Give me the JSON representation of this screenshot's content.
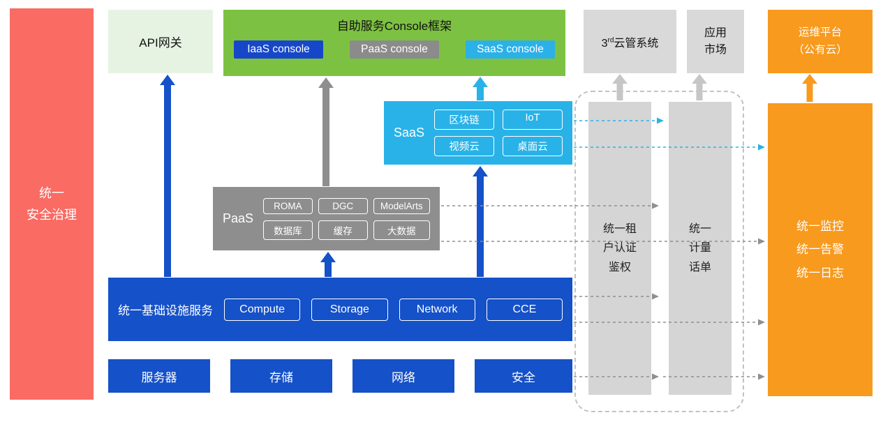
{
  "security_bar": {
    "label": "统一\n安全治理"
  },
  "api_gateway": {
    "label": "API网关"
  },
  "console": {
    "title": "自助服务Console框架",
    "iaas": "IaaS console",
    "paas": "PaaS console",
    "saas": "SaaS console"
  },
  "third_party": {
    "prefix": "3",
    "sup": "rd",
    "suffix": "云管系统"
  },
  "app_market": {
    "label": "应用\n市场"
  },
  "ops_platform": {
    "label": "运维平台\n（公有云）"
  },
  "saas": {
    "label": "SaaS",
    "items": [
      "区块链",
      "IoT",
      "视频云",
      "桌面云"
    ]
  },
  "paas": {
    "label": "PaaS",
    "items": [
      "ROMA",
      "DGC",
      "ModelArts",
      "数据库",
      "缓存",
      "大数据"
    ]
  },
  "infra": {
    "label": "统一基础设施服务",
    "items": [
      "Compute",
      "Storage",
      "Network",
      "CCE"
    ]
  },
  "hardware": {
    "items": [
      "服务器",
      "存储",
      "网络",
      "安全"
    ]
  },
  "auth_pillar": {
    "label": "统一租\n户认证\n鉴权"
  },
  "metering_pillar": {
    "label": "统一\n计量\n话单"
  },
  "monitoring": {
    "label": "统一监控\n统一告警\n统一日志"
  },
  "colors": {
    "blue": "#1551c8",
    "gray": "#8e8e8e",
    "cyan": "#29b2e8",
    "green": "#7dc142",
    "orange": "#f89a1e",
    "red": "#f96b63",
    "light_green": "#e6f3e2",
    "light_gray": "#d9d9d9"
  }
}
